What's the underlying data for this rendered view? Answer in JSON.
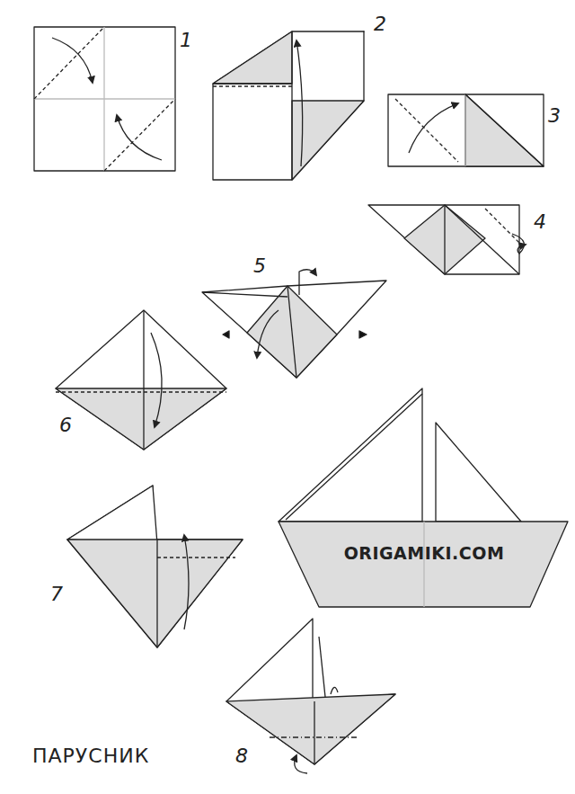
{
  "diagram": {
    "title": "ПАРУСНИК",
    "labels": [
      "1",
      "2",
      "3",
      "4",
      "5",
      "6",
      "7",
      "8",
      "ORIGAMIKI.COM"
    ]
  }
}
